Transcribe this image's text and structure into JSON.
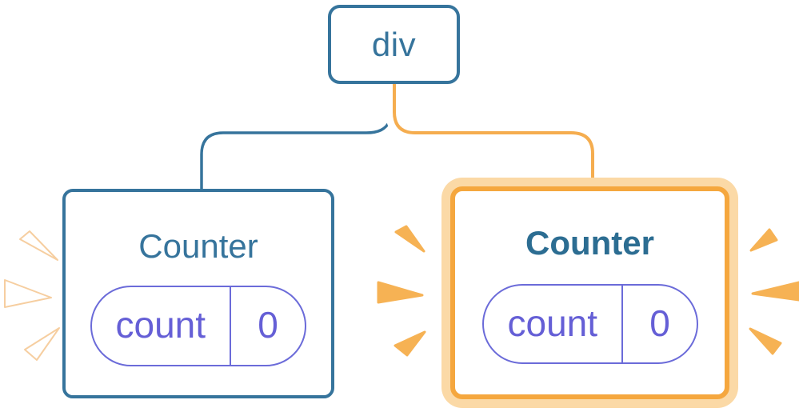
{
  "tree": {
    "root": {
      "label": "div"
    },
    "children": [
      {
        "id": "left",
        "title": "Counter",
        "state_name": "count",
        "state_value": "0",
        "highlighted": false
      },
      {
        "id": "right",
        "title": "Counter",
        "state_name": "count",
        "state_value": "0",
        "highlighted": true
      }
    ]
  },
  "decorations": {
    "left_card_sparks": "render-flash-sparks-white",
    "right_card_sparks": "render-flash-sparks-orange"
  },
  "colors": {
    "page_bg": "#FFFFFF",
    "card_bg": "#FFFFFF",
    "blue": "#36749C",
    "title_active": "#2C6D92",
    "purple": "#6B6BD9",
    "purple_text": "#655FD6",
    "orange": "#F5AD4F",
    "active_border": "#F5A73E",
    "active_ring": "#FBD9A6",
    "spark_orange": "#F6B254",
    "spark_white": "#FFFFFF",
    "spark_white_edge": "#F6CEA0"
  }
}
